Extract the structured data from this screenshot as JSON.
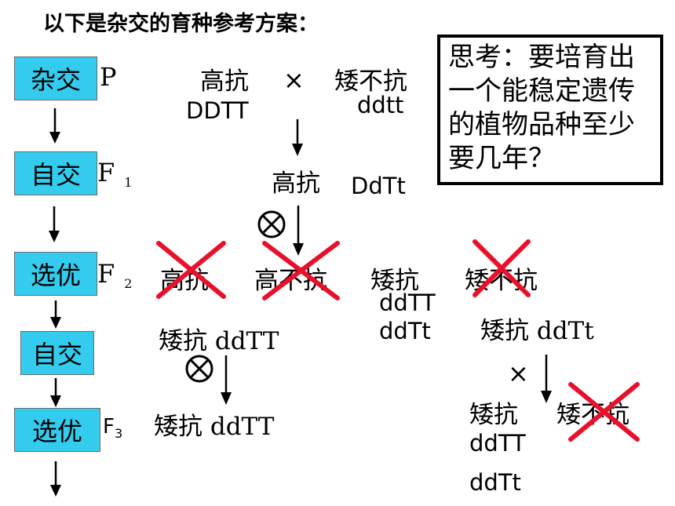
{
  "title": "以下是杂交的育种参考方案：",
  "steps": [
    {
      "label": "杂交",
      "gen": "P",
      "gen_sub": ""
    },
    {
      "label": "自交",
      "gen": "F",
      "gen_sub": "1"
    },
    {
      "label": "选优",
      "gen": "F",
      "gen_sub": "2"
    },
    {
      "label": "自交"
    },
    {
      "label": "选优",
      "gen": "F",
      "gen_sub": "3"
    }
  ],
  "p_generation": {
    "parent1": {
      "trait": "高抗",
      "genotype": "DDTT"
    },
    "cross_symbol": "×",
    "parent2": {
      "trait": "矮不抗",
      "genotype": "ddtt"
    }
  },
  "f1": {
    "trait": "高抗",
    "genotype": "DdTt"
  },
  "f2": [
    {
      "trait": "高抗",
      "eliminated": true
    },
    {
      "trait": "高不抗",
      "eliminated": true
    },
    {
      "trait": "矮抗",
      "genotypes": [
        "ddTT",
        "ddTt"
      ],
      "eliminated": false
    },
    {
      "trait": "矮不抗",
      "eliminated": true
    }
  ],
  "branch_left": {
    "label": "矮抗 ddTT",
    "result": "矮抗 ddTT"
  },
  "branch_right": {
    "label": "矮抗 ddTt",
    "cross_symbol": "×",
    "offspring1": {
      "trait": "矮抗",
      "genotypes": [
        "ddTT",
        "ddTt"
      ]
    },
    "offspring2": {
      "trait": "矮不抗",
      "eliminated": true
    }
  },
  "think_box": "思考：要培育出一个能稳定遗传的植物品种至少要几年？",
  "colors": {
    "step_fill": "#33ccee",
    "cross_out": "#e8102a"
  }
}
